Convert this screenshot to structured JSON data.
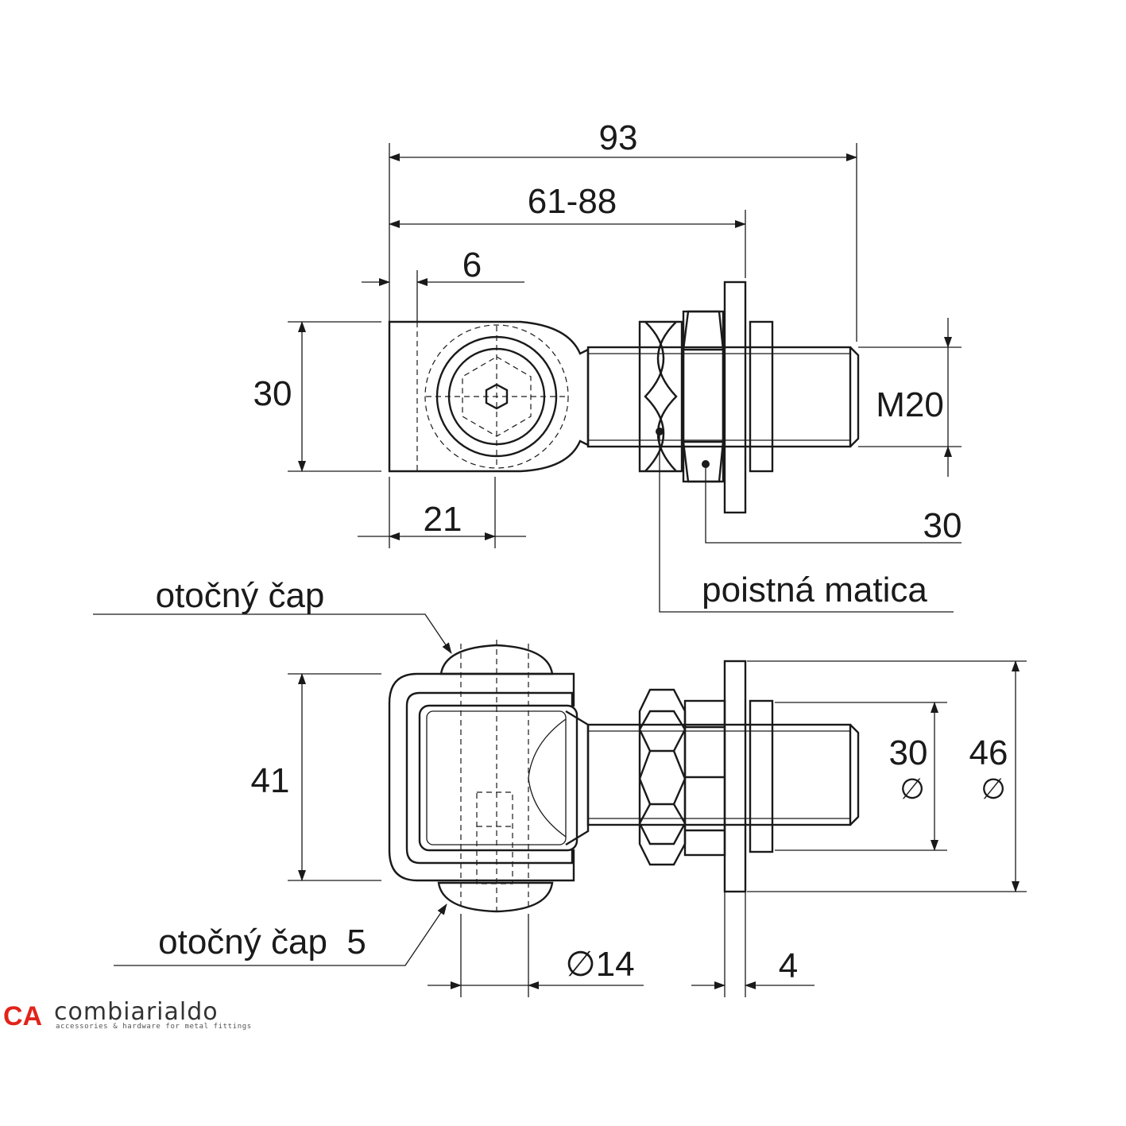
{
  "dimensions": {
    "overall_length": "93",
    "adjust_range": "61-88",
    "eye_offset": "6",
    "eye_height": "30",
    "eye_center": "21",
    "thread": "M20",
    "nut_size": "30",
    "fork_height": "41",
    "washer_small_dia": "30",
    "washer_large_dia": "46",
    "pin_dia": "14",
    "washer_thickness": "4",
    "dia_symbol": "∅",
    "dia_prefix": "∅14"
  },
  "labels": {
    "lock_nut": "poistná matica",
    "pivot_pin_top": "otočný čap",
    "pivot_pin_bottom": "otočný čap  5"
  },
  "logo": {
    "mark": "CA",
    "name": "combiarialdo",
    "tagline": "accessories & hardware for metal fittings",
    "mark_color": "#e2231a",
    "name_color": "#333333"
  }
}
